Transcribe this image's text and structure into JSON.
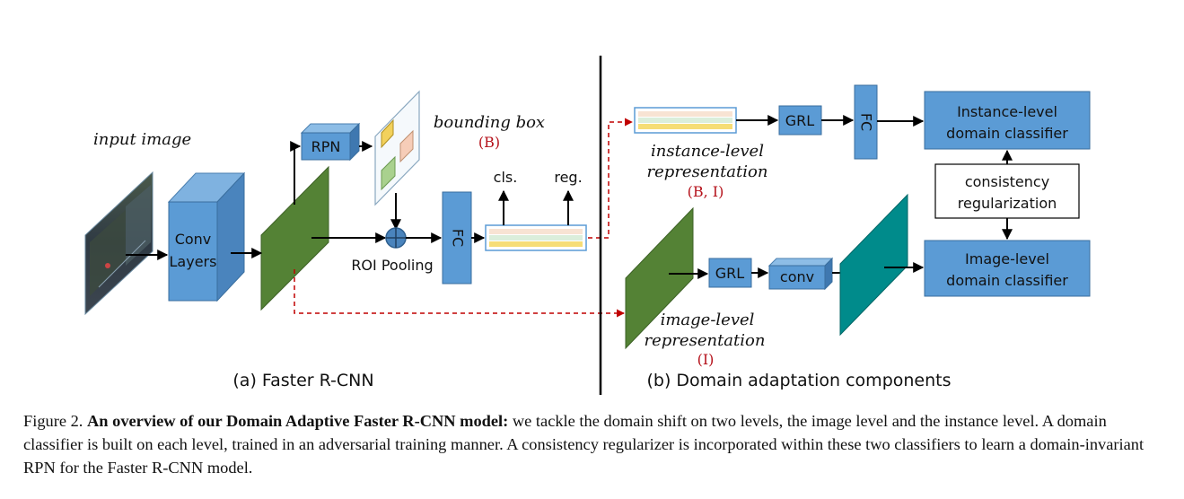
{
  "faster_rcnn": {
    "input_image": "input image",
    "conv_layers": [
      "Conv",
      "Layers"
    ],
    "rpn": "RPN",
    "bounding_box": "bounding box",
    "bounding_box_tag": "(B)",
    "roi_pooling": "ROI Pooling",
    "fc": "FC",
    "cls": "cls.",
    "reg": "reg.",
    "subtitle": "(a) Faster R-CNN"
  },
  "domain_adaptation": {
    "instance_rep": [
      "instance-level",
      "representation"
    ],
    "instance_rep_tag": "(B, I)",
    "grl_top": "GRL",
    "fc_top": "FC",
    "instance_classifier": [
      "Instance-level",
      "domain classifier"
    ],
    "consistency": [
      "consistency",
      "regularization"
    ],
    "image_classifier": [
      "Image-level",
      "domain classifier"
    ],
    "grl_bottom": "GRL",
    "conv": "conv",
    "image_rep": [
      "image-level",
      "representation"
    ],
    "image_rep_tag": "(I)",
    "subtitle": "(b) Domain adaptation components"
  },
  "caption": {
    "label": "Figure 2.",
    "bold": "An overview of our Domain Adaptive Faster R-CNN model:",
    "text": "we tackle the domain shift on two levels, the image level and the instance level. A domain classifier is built on each level, trained in an adversarial training manner. A consistency regularizer is incorporated within these two classifiers to learn a domain-invariant RPN for the Faster R-CNN model."
  },
  "colors": {
    "blue_box": "#5b9bd5",
    "blue_dark": "#2e75b6",
    "green_map": "#548235",
    "teal_map": "#008b8b",
    "red_dashed": "#c00000"
  }
}
